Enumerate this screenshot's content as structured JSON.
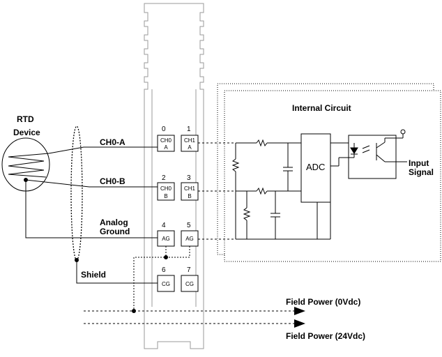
{
  "rtd": {
    "line1": "RTD",
    "line2": "Device"
  },
  "wires": {
    "ch0a": "CH0-A",
    "ch0b": "CH0-B",
    "ag1": "Analog",
    "ag2": "Ground",
    "shield": "Shield"
  },
  "terminals": {
    "t0": {
      "num": "0",
      "l1": "CH0",
      "l2": "A"
    },
    "t1": {
      "num": "1",
      "l1": "CH1",
      "l2": "A"
    },
    "t2": {
      "num": "2",
      "l1": "CH0",
      "l2": "B"
    },
    "t3": {
      "num": "3",
      "l1": "CH1",
      "l2": "B"
    },
    "t4": {
      "num": "4",
      "l1": "AG"
    },
    "t5": {
      "num": "5",
      "l1": "AG"
    },
    "t6": {
      "num": "6",
      "l1": "CG"
    },
    "t7": {
      "num": "7",
      "l1": "CG"
    }
  },
  "internal": {
    "title": "Internal Circuit",
    "adc": "ADC",
    "input1": "Input",
    "input2": "Signal"
  },
  "power": {
    "zero": "Field Power (0Vdc)",
    "twentyfour": "Field Power (24Vdc)"
  }
}
